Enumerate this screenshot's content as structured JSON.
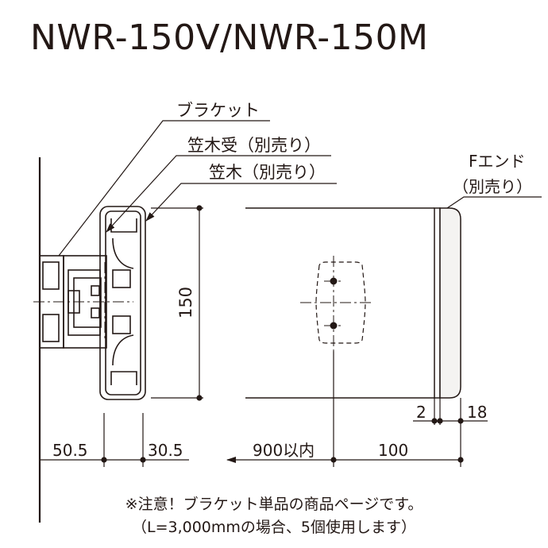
{
  "title": "NWR-150V/NWR-150M",
  "callouts": {
    "bracket": "ブラケット",
    "kasagi_uke": "笠木受（別売り）",
    "kasagi": "笠木（別売り）",
    "f_end_line1": "Fエンド",
    "f_end_line2": "（別売り）"
  },
  "dimensions": {
    "height": "150",
    "left_a": "50.5",
    "left_b": "30.5",
    "span": "900以内",
    "end_offset": "100",
    "gap": "2",
    "end_thickness": "18"
  },
  "notes": {
    "line1": "※注意！ブラケット単品の商品ページです。",
    "line2": "（L=3,000mmの場合、5個使用します）"
  },
  "colors": {
    "line": "#231815",
    "end_cap_fill": "#f4f3f1",
    "accent": "#231815"
  }
}
